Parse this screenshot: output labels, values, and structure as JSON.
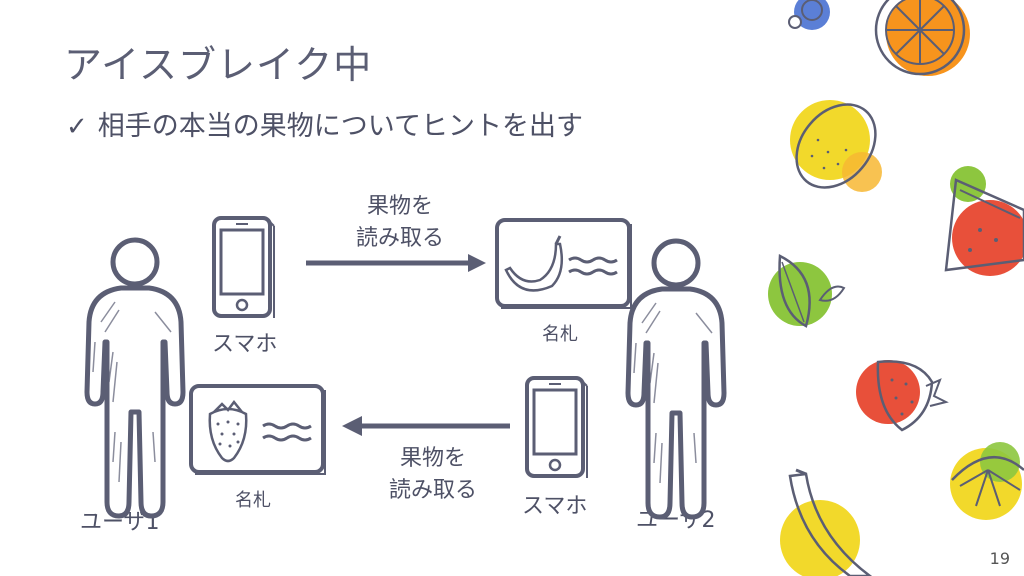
{
  "slide": {
    "title": "アイスブレイク中",
    "bullet_mark": "✓",
    "bullet_text": "相手の本当の果物についてヒントを出す",
    "page_number": "19"
  },
  "diagram": {
    "user1_label": "ユーザ1",
    "user2_label": "ユーザ2",
    "phone_top_label": "スマホ",
    "phone_bottom_label": "スマホ",
    "card_top_label": "名札",
    "card_bottom_label": "名札",
    "arrow_top_label_line1": "果物を",
    "arrow_top_label_line2": "読み取る",
    "arrow_bottom_label_line1": "果物を",
    "arrow_bottom_label_line2": "読み取る"
  },
  "colors": {
    "figure": "#5b5e74",
    "orange": "#f7941d",
    "lemon": "#f2d92b",
    "red": "#e8503a",
    "green": "#8dc63f",
    "blue": "#5b7fd6"
  }
}
